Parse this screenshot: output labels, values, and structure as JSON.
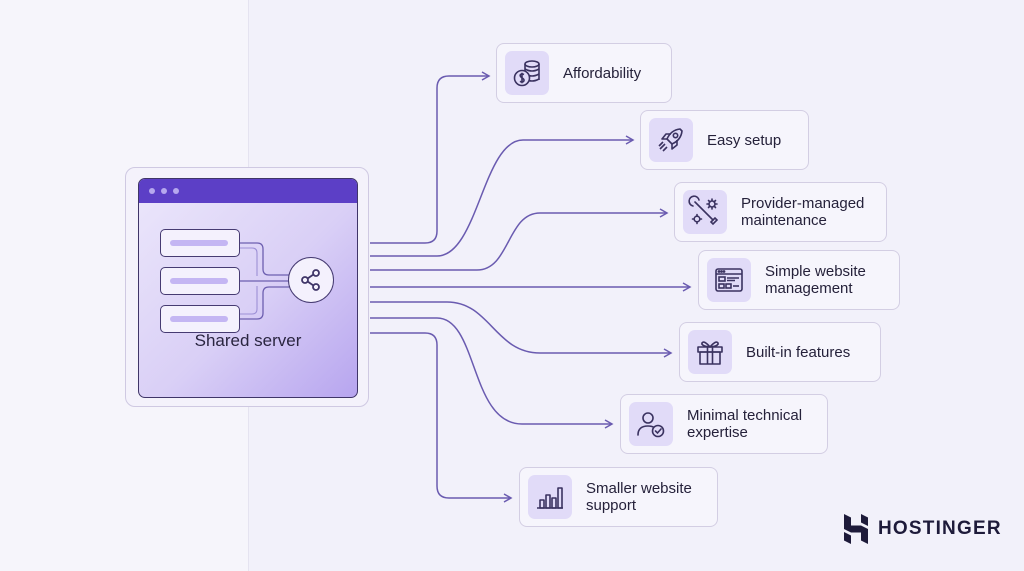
{
  "diagram": {
    "source": {
      "label": "Shared server"
    },
    "benefits": [
      {
        "label": "Affordability",
        "icon": "coins-icon"
      },
      {
        "label": "Easy setup",
        "icon": "rocket-icon"
      },
      {
        "label": "Provider-managed maintenance",
        "icon": "tools-icon"
      },
      {
        "label": "Simple website management",
        "icon": "browser-window-icon"
      },
      {
        "label": "Built-in features",
        "icon": "gift-icon"
      },
      {
        "label": "Minimal technical expertise",
        "icon": "user-check-icon"
      },
      {
        "label": "Smaller website support",
        "icon": "bar-chart-icon"
      }
    ]
  },
  "brand": {
    "name": "HOSTINGER"
  },
  "colors": {
    "accent": "#5c3fc6",
    "connector": "#6a5bb0",
    "text": "#25213a",
    "card_border": "#d3cee3"
  }
}
